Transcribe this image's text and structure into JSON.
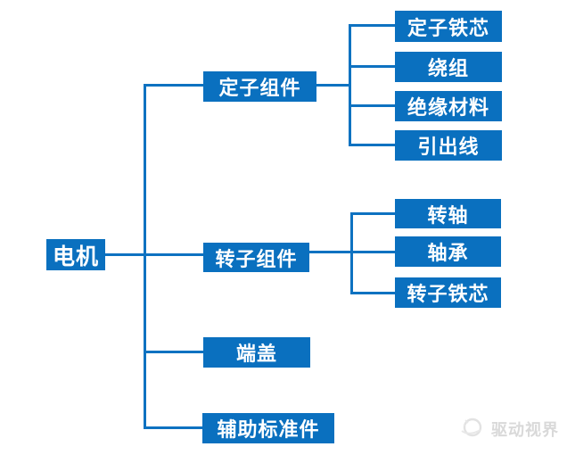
{
  "diagram": {
    "type": "tree",
    "root": {
      "label": "电机",
      "children": [
        {
          "label": "定子组件",
          "children": [
            {
              "label": "定子铁芯"
            },
            {
              "label": "绕组"
            },
            {
              "label": "绝缘材料"
            },
            {
              "label": "引出线"
            }
          ]
        },
        {
          "label": "转子组件",
          "children": [
            {
              "label": "转轴"
            },
            {
              "label": "轴承"
            },
            {
              "label": "转子铁芯"
            }
          ]
        },
        {
          "label": "端盖",
          "children": []
        },
        {
          "label": "辅助标准件",
          "children": []
        }
      ]
    },
    "colors": {
      "node_fill": "#0a70bf",
      "connector": "#0e72c1",
      "node_text": "#ffffff",
      "watermark_gray": "#d9d9d9"
    }
  },
  "watermark": {
    "brand": "驱动视界",
    "icon": "brand-logo-icon"
  }
}
